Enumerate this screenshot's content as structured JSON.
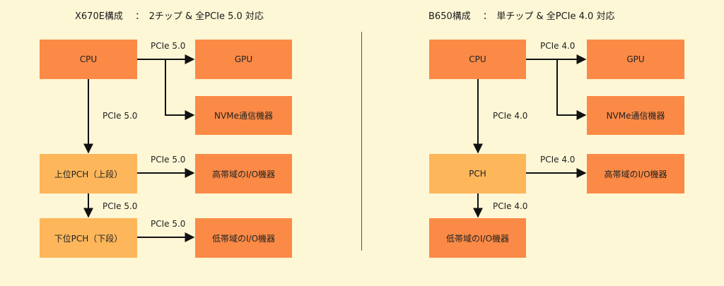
{
  "left": {
    "title": "X670E構成　 ：　2チップ & 全PCIe 5.0 対応",
    "boxes": {
      "cpu": "CPU",
      "gpu": "GPU",
      "nvme": "NVMe通信機器",
      "upper_pch": "上位PCH（上段）",
      "lower_pch": "下位PCH（下段）",
      "hs_io": "高帯域のI/O機器",
      "ls_io": "低帯域のI/O機器"
    },
    "labels": {
      "cpu_gpu": "PCIe 5.0",
      "cpu_pch": "PCIe 5.0",
      "pch_hs": "PCIe 5.0",
      "pch_pch": "PCIe 5.0",
      "pch_ls": "PCIe 5.0"
    }
  },
  "right": {
    "title": "B650構成　 ：　単チップ & 全PCIe 4.0 対応",
    "boxes": {
      "cpu": "CPU",
      "gpu": "GPU",
      "nvme": "NVMe通信機器",
      "pch": "PCH",
      "hs_io": "高帯域のI/O機器",
      "ls_io": "低帯域のI/O機器"
    },
    "labels": {
      "cpu_gpu": "PCIe 4.0",
      "cpu_pch": "PCIe 4.0",
      "pch_hs": "PCIe 4.0",
      "pch_ls": "PCIe 4.0"
    }
  },
  "colors": {
    "background": "#fdf7d6",
    "box_dark": "#fb8a46",
    "box_light": "#fdb65a",
    "line": "#111111"
  }
}
